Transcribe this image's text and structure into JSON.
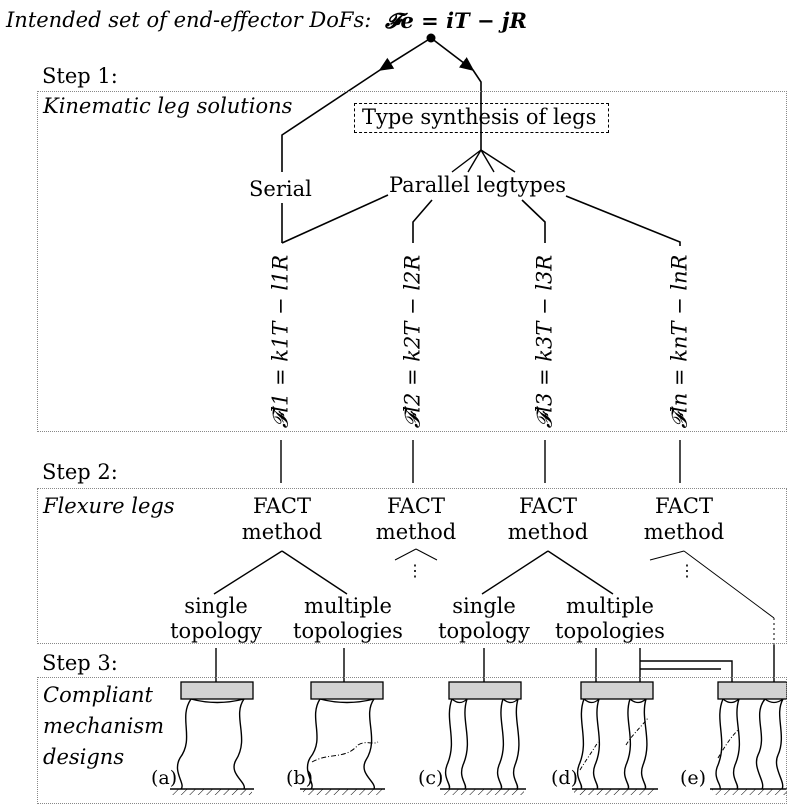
{
  "header": {
    "intended_label": "Intended set of end-effector DoFs:",
    "formula": "𝓕e = iT − jR"
  },
  "step1": {
    "title": "Step 1:",
    "section_label": "Kinematic leg solutions",
    "synthesis_box": "Type synthesis of legs",
    "serial": "Serial",
    "parallel": "Parallel legtypes"
  },
  "legs": [
    "𝓕l1 = k1T − l1R",
    "𝓕l2 = k2T − l2R",
    "𝓕l3 = k3T − l3R",
    "𝓕ln = knT − lnR"
  ],
  "step2": {
    "title": "Step 2:",
    "section_label": "Flexure legs",
    "fact_top": "FACT",
    "fact_bottom": "method",
    "single_top": "single",
    "single_bottom": "topology",
    "multiple_top": "multiple",
    "multiple_bottom": "topologies",
    "ellipsis": "⋮"
  },
  "step3": {
    "title": "Step 3:",
    "label_line1": "Compliant",
    "label_line2": "mechanism",
    "label_line3": "designs",
    "designs": [
      "(a)",
      "(b)",
      "(c)",
      "(d)",
      "(e)"
    ]
  }
}
